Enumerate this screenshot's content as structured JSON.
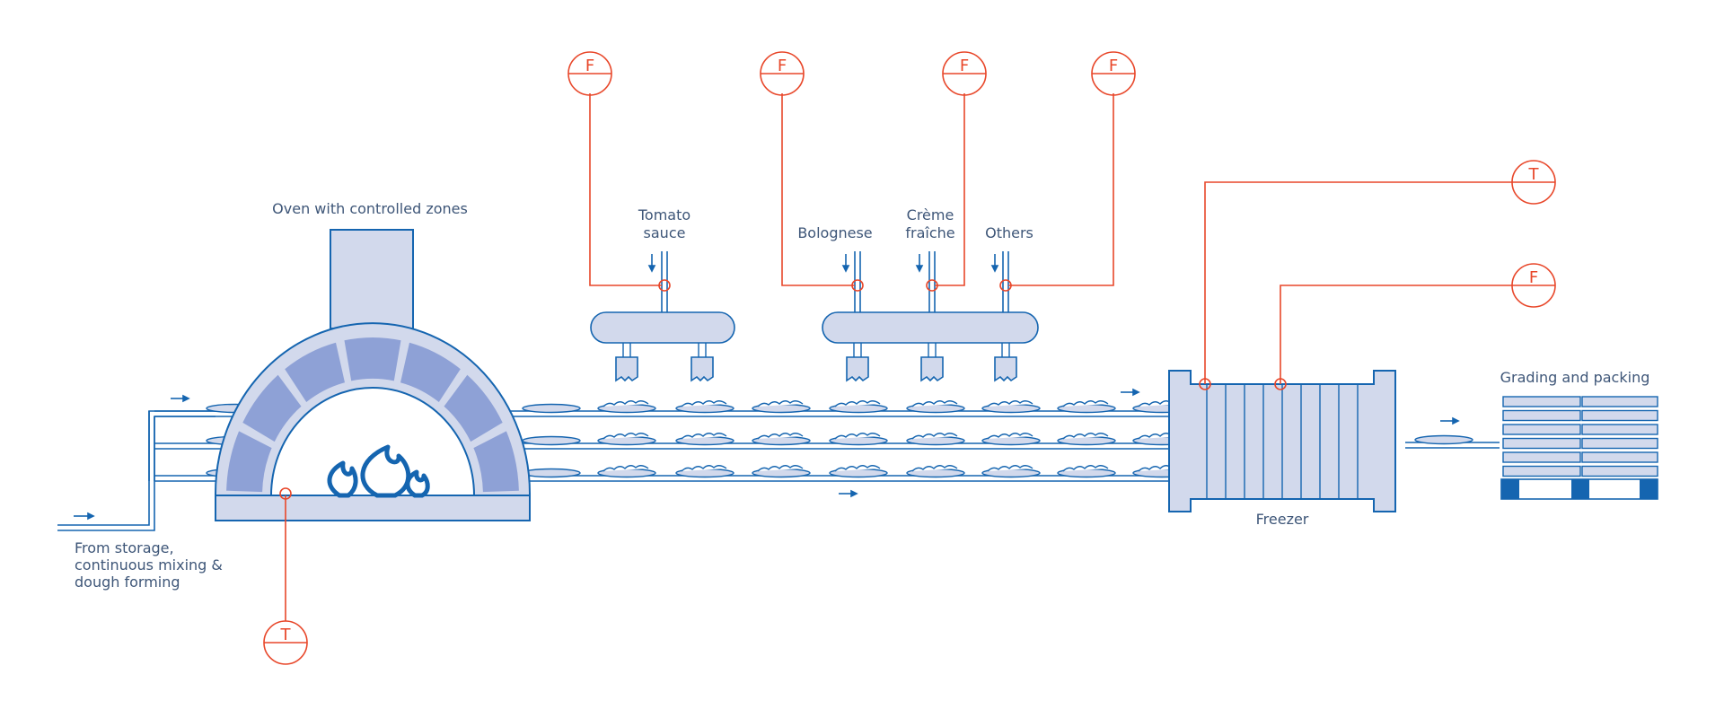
{
  "labels": {
    "oven": "Oven with controlled zones",
    "tomato_line1": "Tomato",
    "tomato_line2": "sauce",
    "bolognese": "Bolognese",
    "creme_line1": "Crème",
    "creme_line2": "fraîche",
    "others": "Others",
    "freezer": "Freezer",
    "grading": "Grading and packing",
    "storage_line1": "From storage,",
    "storage_line2": "continuous mixing &",
    "storage_line3": "dough forming"
  },
  "instruments": {
    "flow_tomato": "F",
    "flow_bolognese": "F",
    "flow_creme": "F",
    "flow_others": "F",
    "temp_freezer": "T",
    "flow_freezer": "F",
    "temp_oven": "T"
  },
  "colors": {
    "line_blue": "#1565b0",
    "equipment_fill": "#d2d9ec",
    "oven_brick": "#8ea1d6",
    "instrument_red": "#e8472a",
    "label_text": "#3e5678"
  }
}
